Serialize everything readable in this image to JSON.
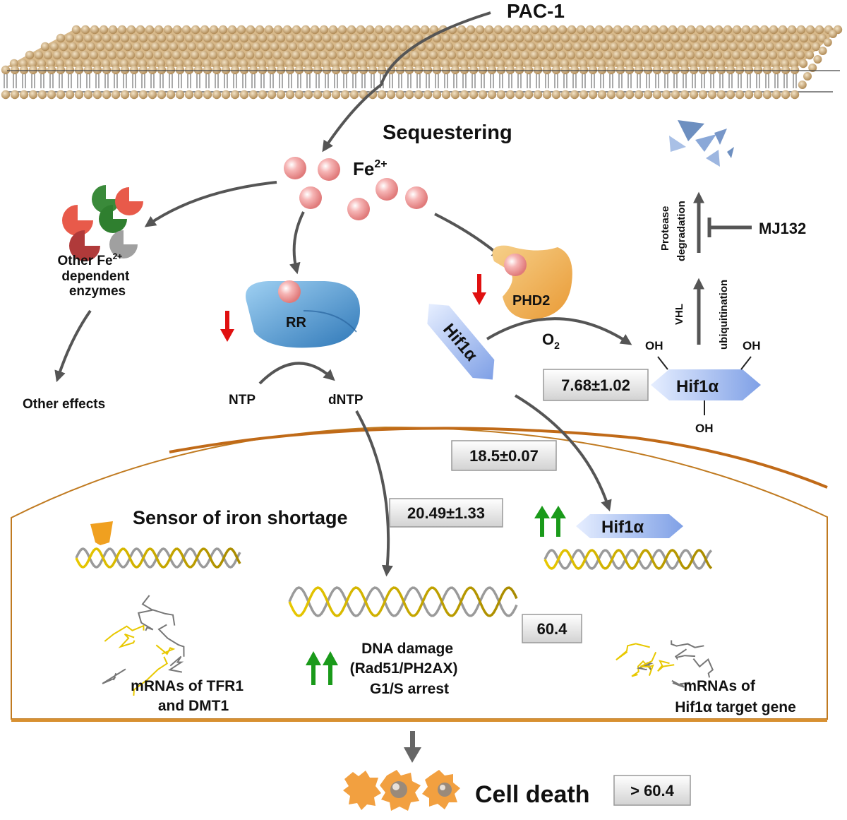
{
  "labels": {
    "pac1": "PAC-1",
    "sequestering": "Sequestering",
    "fe": "Fe",
    "fe_sup": "2+",
    "other_fe_line1": "Other Fe",
    "other_fe_sup": "2+",
    "other_fe_line2": "dependent",
    "other_fe_line3": "enzymes",
    "other_effects": "Other effects",
    "rr": "RR",
    "phd2": "PHD2",
    "hif_a": "Hif1α",
    "hif_b": "Hif1α",
    "hif_c": "Hif1α",
    "o2": "O",
    "o2_sub": "2",
    "oh_left": "OH",
    "oh_right": "OH",
    "oh_bottom": "OH",
    "ntp": "NTP",
    "dntp": "dNTP",
    "vhl": "VHL",
    "ubiquitination": "ubiquitination",
    "protease": "Protease",
    "degradation": "degradation",
    "mj132": "MJ132",
    "sensor": "Sensor of iron shortage",
    "dna_damage_1": "DNA damage",
    "dna_damage_2": "(Rad51/PH2AX)",
    "dna_damage_3": "G1/S arrest",
    "mrna_tfr_1": "mRNAs of TFR1",
    "mrna_tfr_2": "and DMT1",
    "mrna_hif_1": "mRNAs of",
    "mrna_hif_2": "Hif1α target gene",
    "cell_death": "Cell death"
  },
  "values": {
    "hif_hydroxylated": "7.68±1.02",
    "hif_cytoplasm": "18.5±0.07",
    "nucleus_entry": "20.49±1.33",
    "dna_damage": "60.4",
    "cell_death": "> 60.4"
  },
  "colors": {
    "membrane_head": "#d8b98a",
    "fe_ion": "#f2a0a0",
    "rr_protein": "#4a90c8",
    "phd2_protein": "#f0b050",
    "hif_shape": "#9db7ef",
    "down_arrow": "#e01010",
    "up_arrow": "#1a9a1a",
    "nuclear_membrane": "#d07a20",
    "arrow": "#555555"
  }
}
